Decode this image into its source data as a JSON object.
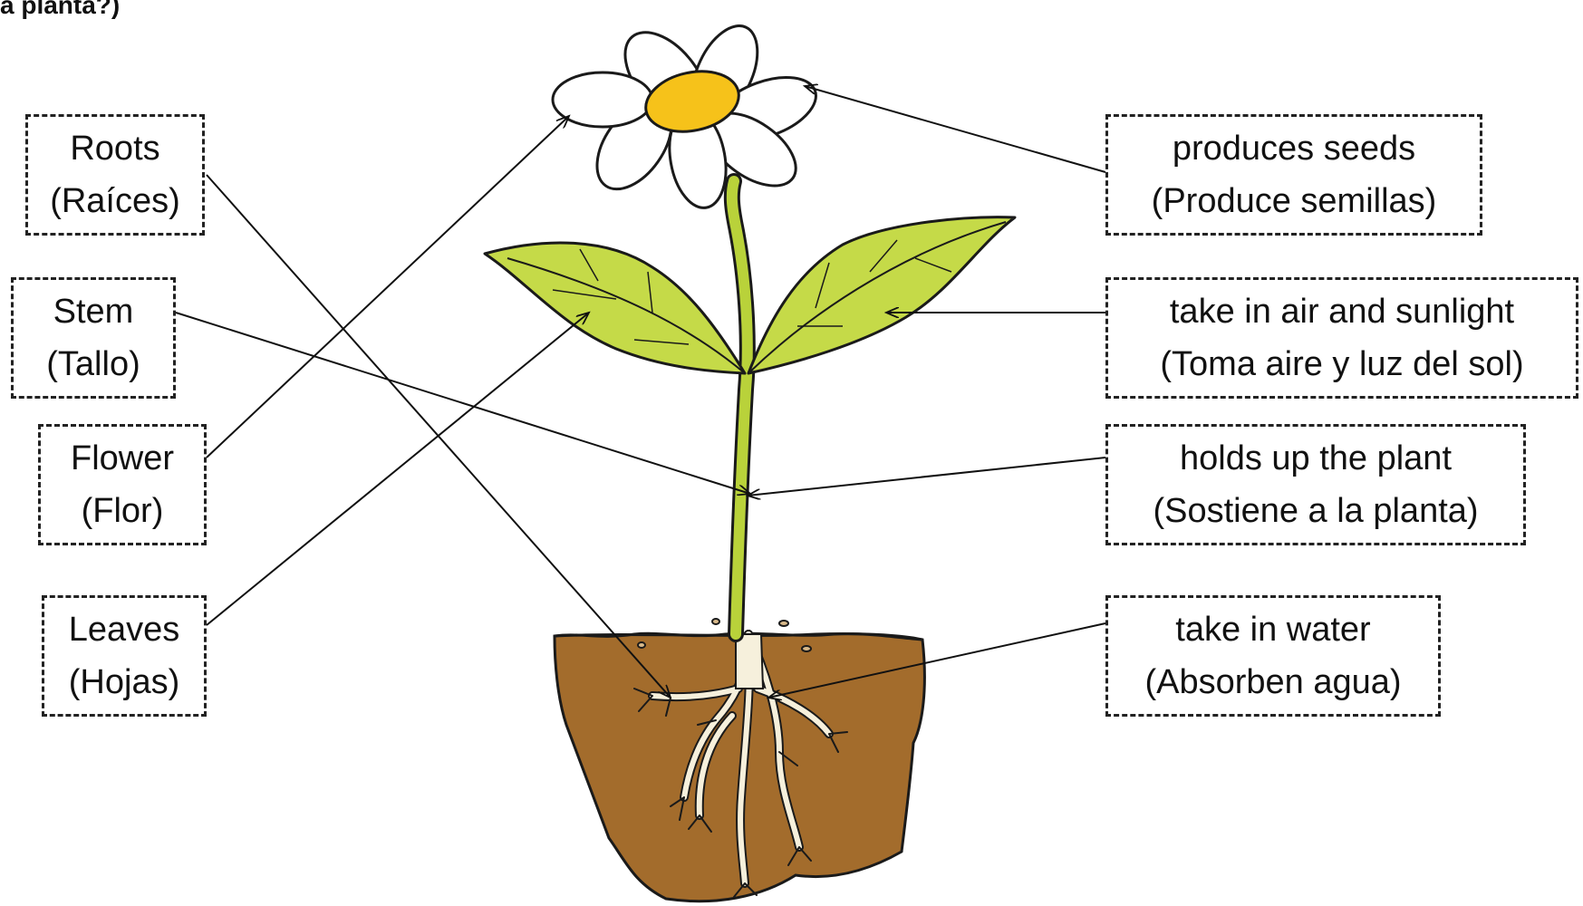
{
  "title": "a planta?)",
  "colors": {
    "soil": "#a36c2c",
    "stem": "#b9d23a",
    "leaf": "#c5da48",
    "petal": "#ffffff",
    "flower_center": "#f6c21a",
    "root": "#f6f0dc",
    "outline": "#1a1a1a"
  },
  "parts": [
    {
      "id": "roots",
      "en": "Roots",
      "es": "(Raíces)"
    },
    {
      "id": "stem",
      "en": "Stem",
      "es": "(Tallo)"
    },
    {
      "id": "flower",
      "en": "Flower",
      "es": "(Flor)"
    },
    {
      "id": "leaves",
      "en": "Leaves",
      "es": "(Hojas)"
    }
  ],
  "functions": [
    {
      "id": "produces-seeds",
      "en": "produces seeds",
      "es": "(Produce semillas)"
    },
    {
      "id": "air-sunlight",
      "en": "take in air and sunlight",
      "es": "(Toma aire y luz del sol)"
    },
    {
      "id": "holds-up",
      "en": "holds up the plant",
      "es": "(Sostiene a la planta)"
    },
    {
      "id": "take-water",
      "en": "take in water",
      "es": "(Absorben agua)"
    }
  ]
}
